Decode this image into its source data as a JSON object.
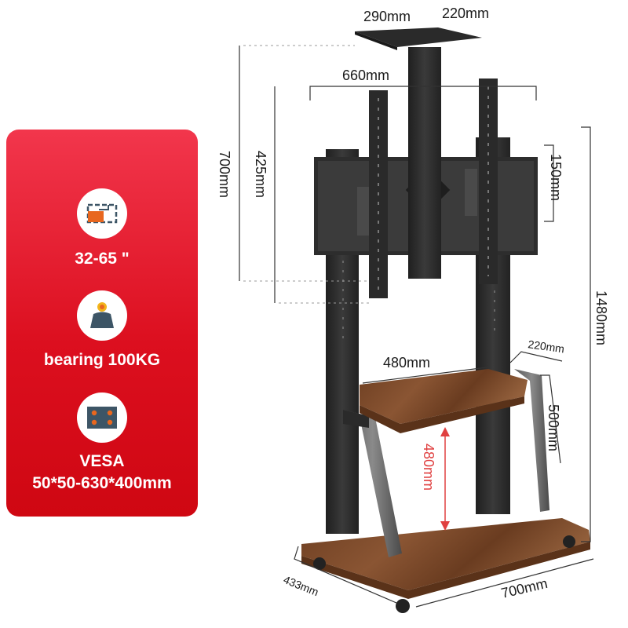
{
  "features": [
    {
      "icon": "screen-size-icon",
      "label": "32-65 \""
    },
    {
      "icon": "weight-bearing-icon",
      "label": "bearing 100KG"
    },
    {
      "icon": "vesa-mount-icon",
      "label_lines": [
        "VESA",
        "50*50-630*400mm"
      ]
    }
  ],
  "dimensions": {
    "tray_width": "290mm",
    "tray_depth": "220mm",
    "bracket_width": "660mm",
    "bracket_height": "700mm",
    "column_height": "425mm",
    "plate_height": "150mm",
    "total_height": "1480mm",
    "shelf_width": "480mm",
    "shelf_depth": "220mm",
    "shelf_height": "500mm",
    "shelf_gap": "480mm",
    "base_depth": "433mm",
    "base_width": "700mm"
  },
  "colors": {
    "panel_red": "#e01322",
    "frame": "#2b2b2b",
    "wood": "#7a4a2a",
    "accent_orange": "#e8671f",
    "icon_slate": "#3d5566"
  }
}
